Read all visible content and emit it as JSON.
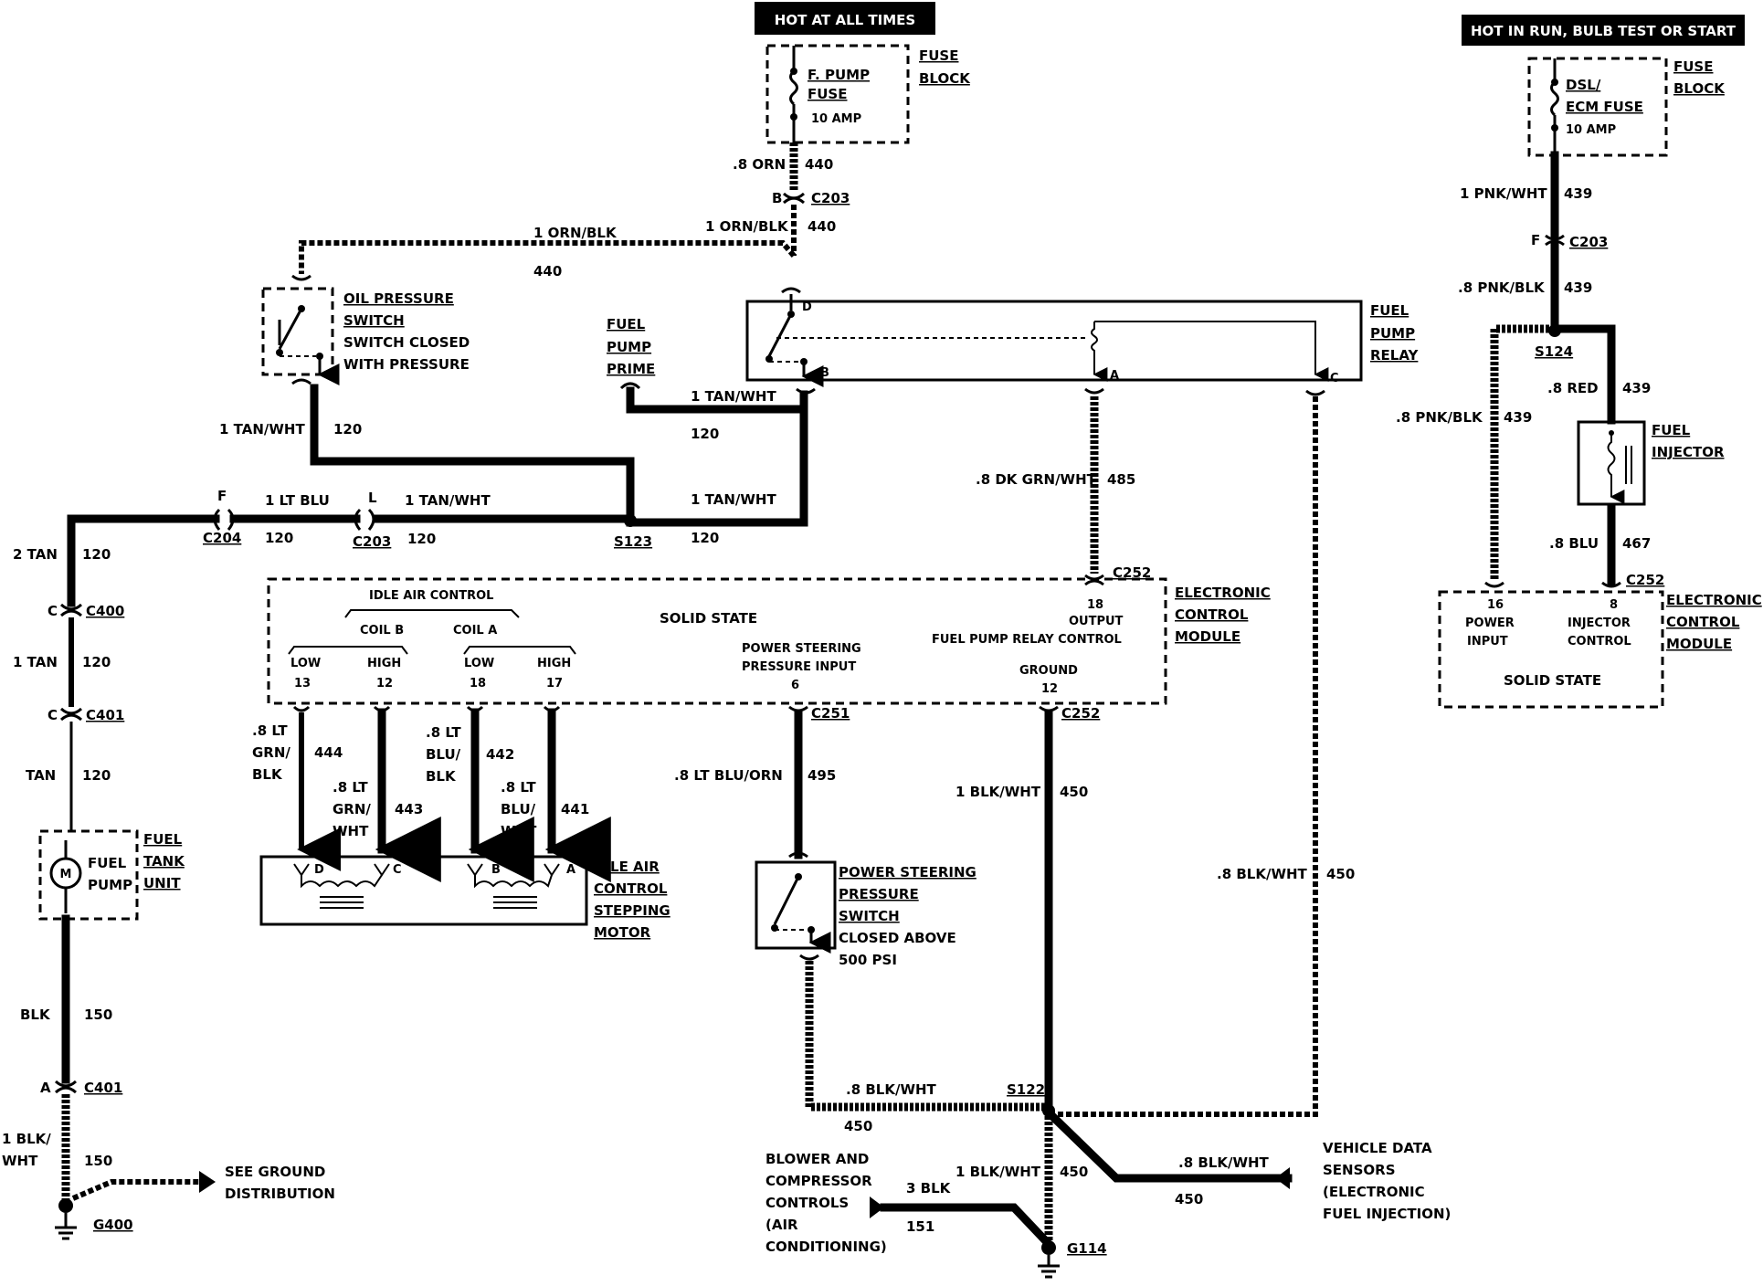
{
  "banners": {
    "hot_at_all_times": "HOT AT ALL TIMES",
    "hot_in_run": "HOT IN RUN, BULB TEST OR START"
  },
  "fuse_block_left": {
    "fuse_line1": "F. PUMP",
    "fuse_line2": "FUSE",
    "fuse_amp": "10 AMP",
    "block_line1": "FUSE",
    "block_line2": "BLOCK"
  },
  "fuse_block_right": {
    "fuse_line1": "DSL/",
    "fuse_line2": "ECM FUSE",
    "fuse_amp": "10 AMP",
    "block_line1": "FUSE",
    "block_line2": "BLOCK"
  },
  "oil_pressure_switch": {
    "line1": "OIL PRESSURE",
    "line2": "SWITCH",
    "line3": "SWITCH CLOSED",
    "line4": "WITH PRESSURE"
  },
  "fuel_pump_prime": {
    "line1": "FUEL",
    "line2": "PUMP",
    "line3": "PRIME"
  },
  "fuel_pump_relay": {
    "line1": "FUEL",
    "line2": "PUMP",
    "line3": "RELAY",
    "pin_d": "D",
    "pin_b": "B",
    "pin_a": "A",
    "pin_c": "C"
  },
  "ecm_main": {
    "line1": "ELECTRONIC",
    "line2": "CONTROL",
    "line3": "MODULE",
    "solid_state": "SOLID STATE",
    "iac": "IDLE AIR CONTROL",
    "coil_b": "COIL B",
    "coil_a": "COIL A",
    "low": "LOW",
    "high": "HIGH",
    "pin13": "13",
    "pin12": "12",
    "pin18": "18",
    "pin17": "17",
    "ps_line1": "POWER STEERING",
    "ps_line2": "PRESSURE INPUT",
    "ps_pin": "6",
    "output_pin": "18",
    "output": "OUTPUT",
    "fprc": "FUEL PUMP RELAY CONTROL",
    "ground": "GROUND",
    "ground_pin": "12"
  },
  "ecm_right": {
    "line1": "ELECTRONIC",
    "line2": "CONTROL",
    "line3": "MODULE",
    "pin16": "16",
    "power": "POWER",
    "input": "INPUT",
    "pin8": "8",
    "injector": "INJECTOR",
    "control": "CONTROL",
    "solid_state": "SOLID STATE"
  },
  "fuel_injector": {
    "line1": "FUEL",
    "line2": "INJECTOR"
  },
  "fuel_tank_unit": {
    "line1": "FUEL",
    "line2": "TANK",
    "line3": "UNIT",
    "pump1": "FUEL",
    "pump2": "PUMP",
    "motor": "M"
  },
  "iac_motor": {
    "line1": "IDLE AIR",
    "line2": "CONTROL",
    "line3": "STEPPING",
    "line4": "MOTOR",
    "pin_d": "D",
    "pin_c": "C",
    "pin_b": "B",
    "pin_a": "A"
  },
  "ps_switch": {
    "line1": "POWER STEERING",
    "line2": "PRESSURE",
    "line3": "SWITCH",
    "line4": "CLOSED ABOVE",
    "line5": "500 PSI"
  },
  "ground_dist": {
    "line1": "SEE GROUND",
    "line2": "DISTRIBUTION"
  },
  "blower": {
    "line1": "BLOWER AND",
    "line2": "COMPRESSOR",
    "line3": "CONTROLS",
    "line4": "(AIR",
    "line5": "CONDITIONING)"
  },
  "vds": {
    "line1": "VEHICLE DATA",
    "line2": "SENSORS",
    "line3": "(ELECTRONIC",
    "line4": "FUEL INJECTION)"
  },
  "connectors": {
    "c203_b": "B",
    "c203": "C203",
    "c203_f": "F",
    "c203_r": "C203",
    "s124": "S124",
    "c252_a": "C252",
    "c252_b": "C252",
    "c252_c": "C252",
    "c204_f": "F",
    "c204": "C204",
    "c203_l": "L",
    "c203_2": "C203",
    "s123": "S123",
    "c400_c": "C",
    "c400": "C400",
    "c401_c": "C",
    "c401": "C401",
    "c401_a": "A",
    "c401_2": "C401",
    "g400": "G400",
    "c251": "C251",
    "s122": "S122",
    "g114": "G114"
  },
  "wires": {
    "w440_a": ".8 ORN",
    "w440_a_n": "440",
    "w440_b": "1 ORN/BLK",
    "w440_b_n": "440",
    "w440_c": "1 ORN/BLK",
    "w440_c_n": "440",
    "w120_a": "1 TAN/WHT",
    "w120_a_n": "120",
    "w120_b": "1 TAN/WHT",
    "w120_b_n": "120",
    "w120_c": "1 TAN/WHT",
    "w120_c_n": "120",
    "w120_d": "1 LT BLU",
    "w120_d_n": "120",
    "w120_e": "1 TAN/WHT",
    "w120_e_n": "120",
    "w120_f": "2 TAN",
    "w120_f_n": "120",
    "w120_g": "1 TAN",
    "w120_g_n": "120",
    "w120_h": "TAN",
    "w120_h_n": "120",
    "w150_a": "BLK",
    "w150_a_n": "150",
    "w150_b1": "1 BLK/",
    "w150_b2": "WHT",
    "w150_b_n": "150",
    "w485": ".8 DK GRN/WHT",
    "w485_n": "485",
    "w444_1": ".8 LT",
    "w444_2": "GRN/",
    "w444_3": "BLK",
    "w444_n": "444",
    "w443_1": ".8 LT",
    "w443_2": "GRN/",
    "w443_3": "WHT",
    "w443_n": "443",
    "w442_1": ".8 LT",
    "w442_2": "BLU/",
    "w442_3": "BLK",
    "w442_n": "442",
    "w441_1": ".8 LT",
    "w441_2": "BLU/",
    "w441_3": "WHT",
    "w441_n": "441",
    "w495": ".8 LT BLU/ORN",
    "w495_n": "495",
    "w450_a": "1 BLK/WHT",
    "w450_a_n": "450",
    "w450_b": ".8 BLK/WHT",
    "w450_b_n": "450",
    "w450_c": ".8 BLK/WHT",
    "w450_c_n": "450",
    "w450_d": "1 BLK/WHT",
    "w450_d_n": "450",
    "w450_e": ".8 BLK/WHT",
    "w450_e_n": "450",
    "w151": "3 BLK",
    "w151_n": "151",
    "w439_a": "1 PNK/WHT",
    "w439_a_n": "439",
    "w439_b": ".8 PNK/BLK",
    "w439_b_n": "439",
    "w439_c": ".8 PNK/BLK",
    "w439_c_n": "439",
    "w439_d": ".8 RED",
    "w439_d_n": "439",
    "w467": ".8 BLU",
    "w467_n": "467"
  }
}
